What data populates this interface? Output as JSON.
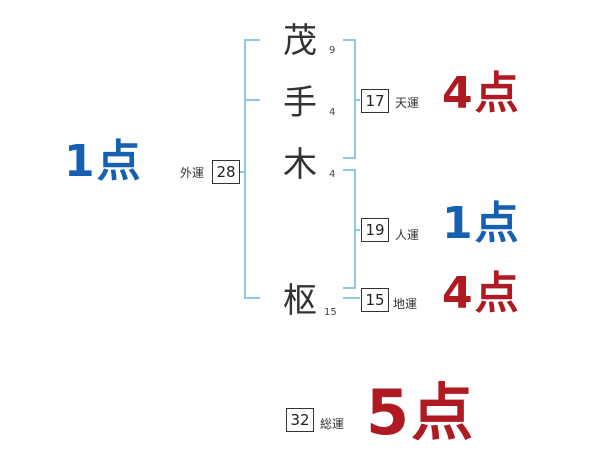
{
  "name_chars": [
    {
      "char": "茂",
      "strokes": "9"
    },
    {
      "char": "手",
      "strokes": "4"
    },
    {
      "char": "木",
      "strokes": "4"
    },
    {
      "char": "枢",
      "strokes": "15"
    }
  ],
  "fortunes": {
    "gaiun": {
      "label": "外運",
      "value": "28",
      "score": "1点",
      "color": "#1560b0"
    },
    "tenun": {
      "label": "天運",
      "value": "17",
      "score": "4点",
      "color": "#b01a22"
    },
    "jinun": {
      "label": "人運",
      "value": "19",
      "score": "1点",
      "color": "#1560b0"
    },
    "chiun": {
      "label": "地運",
      "value": "15",
      "score": "4点",
      "color": "#b01a22"
    },
    "souun": {
      "label": "総運",
      "value": "32",
      "score": "5点",
      "color": "#b01a22"
    }
  },
  "bracket_color": "#8ecae6"
}
